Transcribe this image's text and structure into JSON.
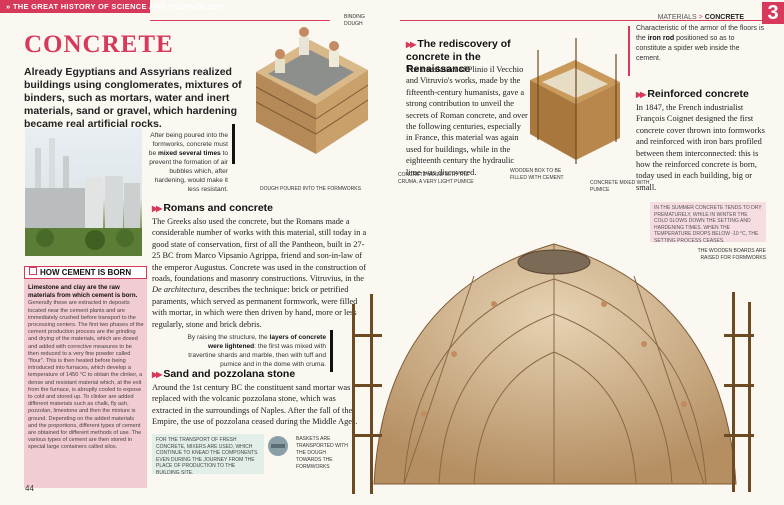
{
  "header": {
    "left_text": "THE GREAT HISTORY OF SCIENCE AND TECHNOLOGY",
    "section": "MATERIALS",
    "topic": "CONCRETE",
    "chapter": "3"
  },
  "title": "CONCRETE",
  "intro": "Already Egyptians and Assyrians realized buildings using conglomerates, mixtures of binders, such as mortars, water and inert materials, sand or gravel, which hardening became real artificial rocks.",
  "callout1": {
    "pre": "After being poured into the formworks, concrete must be ",
    "bold": "mixed several times",
    "post": " to prevent the formation of air bubbles which, after hardening, would make it less resistant."
  },
  "labels": {
    "binding_dough": "BINDING DOUGH",
    "dough_poured": "DOUGH POURED INTO THE FORMWORKS",
    "concrete_mixed": "CONCRETE MIXED WITH THE CRUMA, A VERY LIGHT PUMICE",
    "wooden_box": "WOODEN BOX TO BE FILLED WITH CEMENT",
    "concrete_pumice": "CONCRETE MIXED WITH PUMICE",
    "wooden_boards": "THE WOODEN BOARDS ARE RAISED FOR FORMWORKS"
  },
  "how_cement": {
    "heading": "HOW CEMENT IS BORN",
    "bold": "Limestone and clay are the raw materials from which cement is born.",
    "text": " Generally these are extracted in deposits located near the cement plants and are immediately crushed before transport to the processing centers. The first two phases of the cement production process are the grinding and drying of the materials, which are dosed and added with corrective measures to be then reduced to a very fine powder called \"flour\". This is then heated before being introduced into furnaces, which develop a temperature of 1450 °C to obtain the clinker, a dense and resistant material which, at the exit from the furnace, is abruptly cooled to expose to cold and stored up. To clinker are added different materials such as chalk, fly ash, pozzolan, limestone and then the mixture is ground. Depending on the added materials and the proportions, different types of cement are obtained for different methods of use. The various types of cement are then stored in special large containers called silos."
  },
  "page_number": "44",
  "romans": {
    "heading": "Romans and concrete",
    "text_before": "The Greeks also used the concrete, but the Romans made a considerable number of works with this material, still today in a good state of conservation, first of all the Pantheon, built in 27-25 BC from Marco Vipsanio Agrippa, friend and son-in-law of the emperor Augustus. Concrete was used in the construction of roads, foundations and masonry constructions. Vitruvius, in the ",
    "italic": "De architectura",
    "text_after": ", describes the technique: brick or petrified paraments, which served as permanent formwork, were filled with mortar, in which were then driven by hand, more or less regularly, stone and brick debris."
  },
  "callout2": {
    "pre": "By raising the structure, the ",
    "bold": "layers of concrete were lightened",
    "post": ": the first was mixed with travertine shards and marble, then with tuff and pumice and in the dome with cruma."
  },
  "sand": {
    "heading": "Sand and pozzolana stone",
    "text": "Around the 1st century BC the constituent sand mortar was replaced with the volcanic pozzolana stone, which was extracted in the surroundings of Naples. After the fall of the Empire, the use of pozzolana ceased during the Middle Ages."
  },
  "note_transport": "FOR THE TRANSPORT OF FRESH CONCRETE, MIXERS ARE USED, WHICH CONTINUE TO KNEAD THE COMPONENTS EVEN DURING THE JOURNEY FROM THE PLACE OF PRODUCTION TO THE BUILDING SITE.",
  "note_baskets": "BASKETS ARE TRANSPORTED WITH THE DOUGH TOWARDS THE FORMWORKS",
  "renaissance": {
    "heading": "The rediscovery of concrete in the Renaissance",
    "text": "The translation of Plinio il Vecchio and Vitruvio's works, made by the fifteenth-century humanists, gave a strong contribution to unveil the secrets of Roman concrete, and over the following centuries, especially in France, this material was again used for buildings, while in the eighteenth century the hydraulic lime was discovered."
  },
  "armor_note": {
    "pre": "Characteristic of the armor of the floors is the ",
    "bold": "iron rod",
    "post": " positioned so as to constitute a spider web inside the cement."
  },
  "reinforced": {
    "heading": "Reinforced concrete",
    "text": "In 1847, the French industrialist François Coignet designed the first concrete cover thrown into formworks and reinforced with iron bars profiled between them interconnected: this is how the reinforced concrete is born, today used in each building, big or small."
  },
  "summer_note": "IN THE SUMMER CONCRETE TENDS TO DRY PREMATURELY, WHILE IN WINTER THE COLD SLOWS DOWN THE SETTING AND HARDENING TIMES. WHEN THE TEMPERATURE DROPS BELOW -10 °C, THE SETTING PROCESS CEASES.",
  "colors": {
    "accent": "#d7395a",
    "pink_bg": "#f2ccd3",
    "green_bg": "#e2efe8"
  }
}
